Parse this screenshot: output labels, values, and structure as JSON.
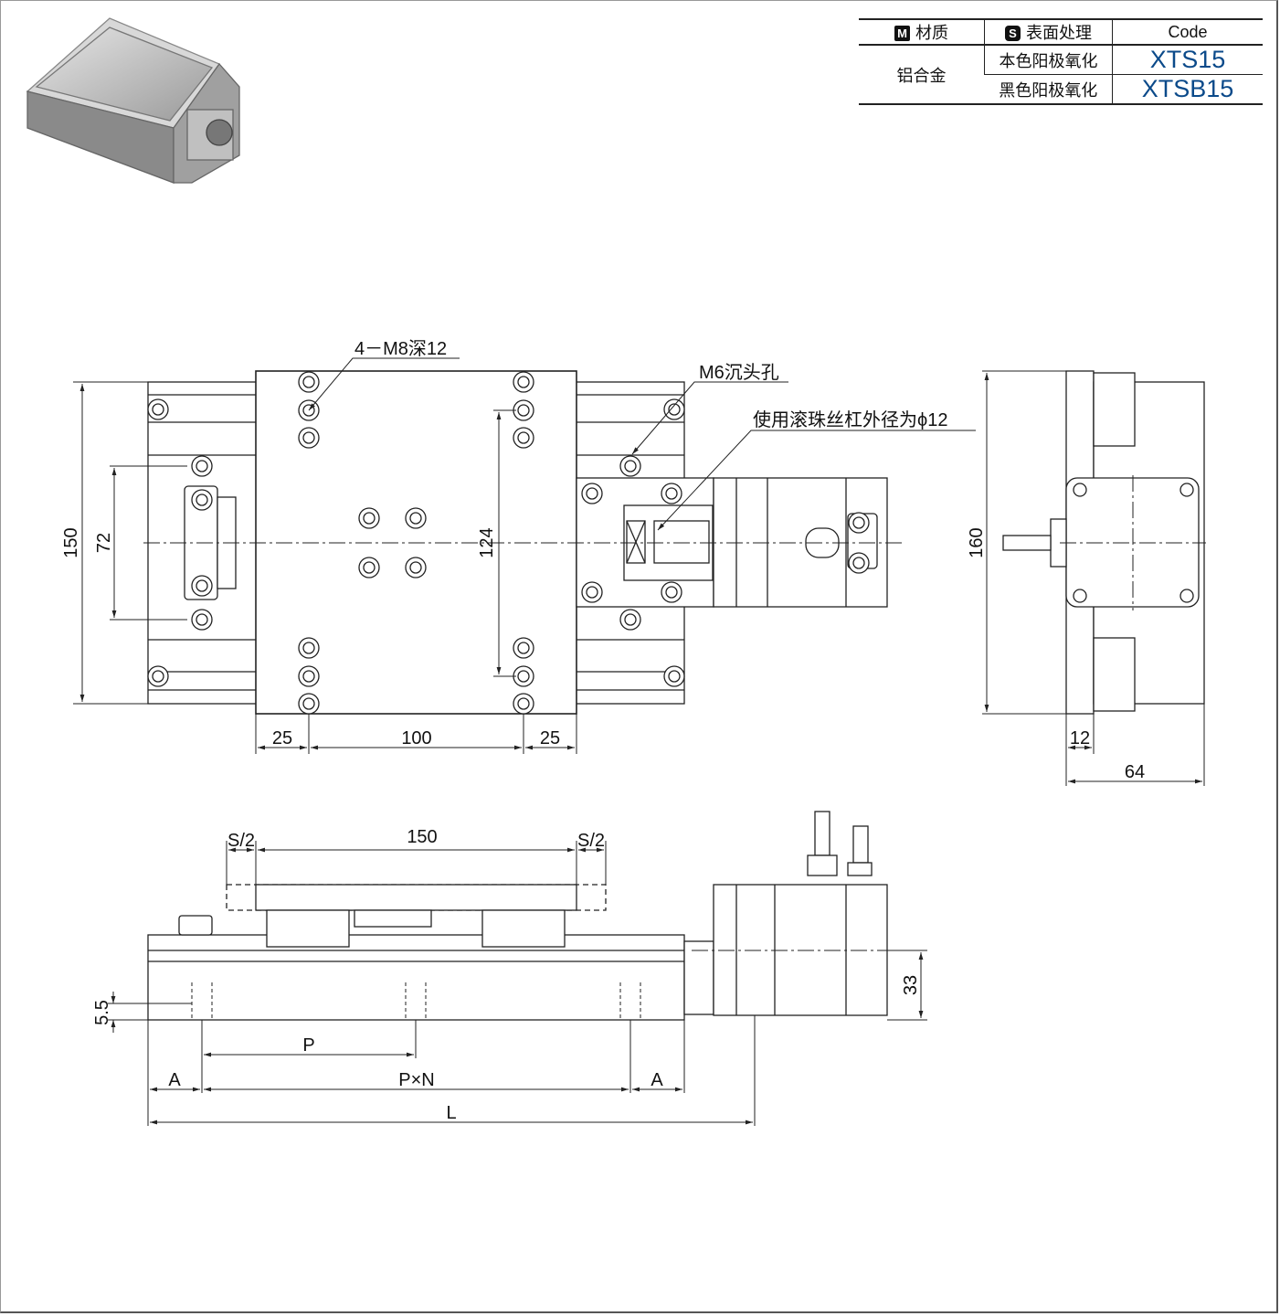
{
  "spec_table": {
    "headers": {
      "material_badge": "M",
      "material": "材质",
      "surface_badge": "S",
      "surface": "表面处理",
      "code": "Code"
    },
    "material_value": "铝合金",
    "rows": [
      {
        "surface": "本色阳极氧化",
        "code": "XTS15"
      },
      {
        "surface": "黑色阳极氧化",
        "code": "XTSB15"
      }
    ]
  },
  "annotations": {
    "tapped_holes": "4－M8深12",
    "counterbore": "M6沉头孔",
    "ball_screw": "使用滚珠丝杠外径为ϕ12"
  },
  "top_view_dims": {
    "height_150": "150",
    "pitch_72": "72",
    "pitch_124": "124",
    "left_25": "25",
    "mid_100": "100",
    "right_25": "25"
  },
  "side_view_dims": {
    "height_160": "160",
    "offset_12": "12",
    "width_64": "64"
  },
  "front_view_dims": {
    "s_half_left": "S/2",
    "stroke_150": "150",
    "s_half_right": "S/2",
    "depth_5_5": "5.5",
    "height_33": "33",
    "pitch_p": "P",
    "p_times_n": "P×N",
    "a_left": "A",
    "a_right": "A",
    "length_l": "L"
  },
  "colors": {
    "code_blue": "#0b4a8a",
    "line": "#222222"
  }
}
